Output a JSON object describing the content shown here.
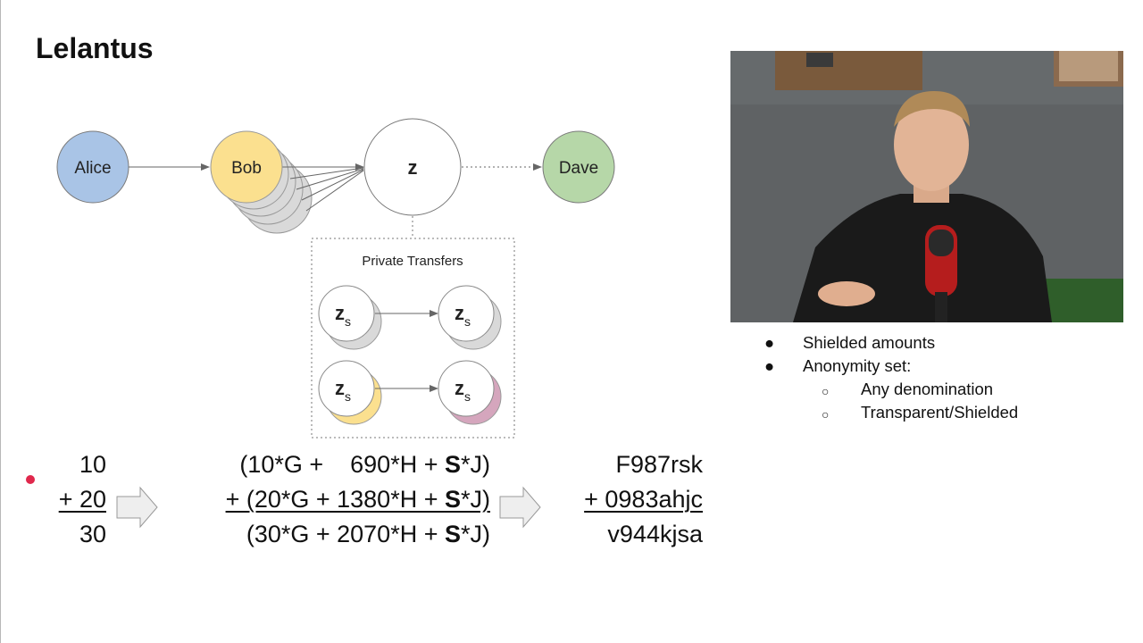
{
  "slide": {
    "title": "Lelantus"
  },
  "diagram": {
    "nodes": {
      "alice": "Alice",
      "bob": "Bob",
      "z": "z",
      "dave": "Dave"
    },
    "private_transfers_label": "Private Transfers",
    "zs_main": "z",
    "zs_sub": "s",
    "colors": {
      "alice": "#a9c4e6",
      "bob": "#fbe08f",
      "dave": "#b6d7a8",
      "stack": "#d9d9d9",
      "yellow_shadow": "#fbe08f",
      "pink_shadow": "#d5a6bd"
    }
  },
  "bullets": {
    "items": [
      {
        "text": "Shielded amounts"
      },
      {
        "text": "Anonymity set:"
      }
    ],
    "subitems": [
      {
        "text": "Any denomination"
      },
      {
        "text": "Transparent/Shielded"
      }
    ]
  },
  "equation": {
    "col1": {
      "row1": "10",
      "row2": "+ 20",
      "row3": "30"
    },
    "col2": {
      "row1_a": "(10*G +    690*H + ",
      "row2_a": "+ (20*G + 1380*H + ",
      "row3_a": "(30*G + 2070*H + ",
      "bold_s": "S",
      "suffix": "*J)"
    },
    "col3": {
      "row1": "F987rsk",
      "row2": "+ 0983ahjc",
      "row3": "v944kjsa"
    }
  },
  "video": {
    "icon": "presenter-video"
  }
}
